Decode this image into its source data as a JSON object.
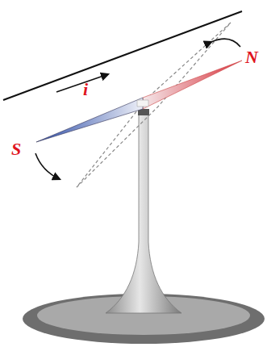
{
  "diagram": {
    "labels": [
      "N",
      "i",
      "S"
    ]
  }
}
